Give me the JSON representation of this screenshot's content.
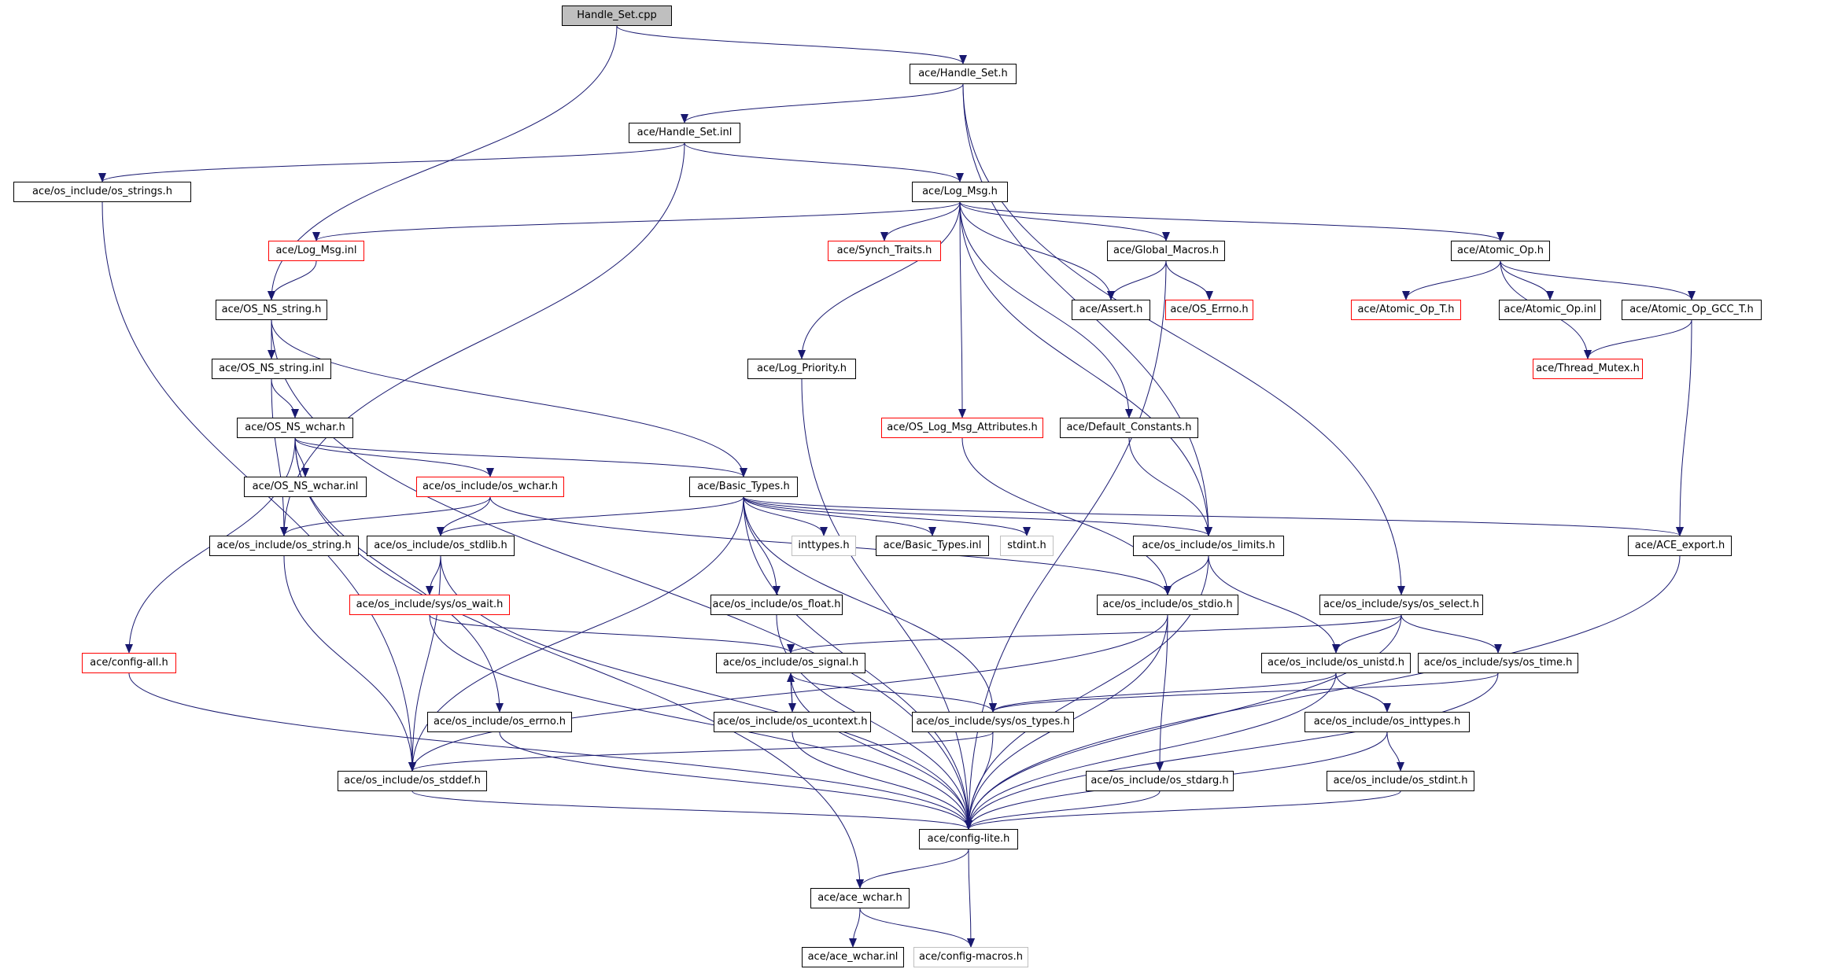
{
  "colors": {
    "edge": "#191970",
    "node_border": "#000000",
    "node_border_truncated": "#ff0000",
    "node_border_missing": "#bfbfbf",
    "root_fill": "#bfbfbf"
  },
  "nodes": [
    {
      "id": "handle_set_cpp",
      "label": "Handle_Set.cpp",
      "style": "root"
    },
    {
      "id": "handle_set_h",
      "label": "ace/Handle_Set.h",
      "style": "normal"
    },
    {
      "id": "handle_set_inl",
      "label": "ace/Handle_Set.inl",
      "style": "normal"
    },
    {
      "id": "os_strings_h",
      "label": "ace/os_include/os_strings.h",
      "style": "normal"
    },
    {
      "id": "log_msg_h",
      "label": "ace/Log_Msg.h",
      "style": "normal"
    },
    {
      "id": "log_msg_inl",
      "label": "ace/Log_Msg.inl",
      "style": "red"
    },
    {
      "id": "synch_traits_h",
      "label": "ace/Synch_Traits.h",
      "style": "red"
    },
    {
      "id": "global_macros_h",
      "label": "ace/Global_Macros.h",
      "style": "normal"
    },
    {
      "id": "atomic_op_h",
      "label": "ace/Atomic_Op.h",
      "style": "normal"
    },
    {
      "id": "os_ns_string_h",
      "label": "ace/OS_NS_string.h",
      "style": "normal"
    },
    {
      "id": "assert_h",
      "label": "ace/Assert.h",
      "style": "normal"
    },
    {
      "id": "os_errno_ace_h",
      "label": "ace/OS_Errno.h",
      "style": "red"
    },
    {
      "id": "atomic_op_t_h",
      "label": "ace/Atomic_Op_T.h",
      "style": "red"
    },
    {
      "id": "atomic_op_inl",
      "label": "ace/Atomic_Op.inl",
      "style": "normal"
    },
    {
      "id": "atomic_op_gcc_t_h",
      "label": "ace/Atomic_Op_GCC_T.h",
      "style": "normal"
    },
    {
      "id": "os_ns_string_inl",
      "label": "ace/OS_NS_string.inl",
      "style": "normal"
    },
    {
      "id": "log_priority_h",
      "label": "ace/Log_Priority.h",
      "style": "normal"
    },
    {
      "id": "thread_mutex_h",
      "label": "ace/Thread_Mutex.h",
      "style": "red"
    },
    {
      "id": "os_ns_wchar_h",
      "label": "ace/OS_NS_wchar.h",
      "style": "normal"
    },
    {
      "id": "os_log_msg_attributes_h",
      "label": "ace/OS_Log_Msg_Attributes.h",
      "style": "red"
    },
    {
      "id": "default_constants_h",
      "label": "ace/Default_Constants.h",
      "style": "normal"
    },
    {
      "id": "os_ns_wchar_inl",
      "label": "ace/OS_NS_wchar.inl",
      "style": "normal"
    },
    {
      "id": "os_wchar_h",
      "label": "ace/os_include/os_wchar.h",
      "style": "red"
    },
    {
      "id": "basic_types_h",
      "label": "ace/Basic_Types.h",
      "style": "normal"
    },
    {
      "id": "os_string_h",
      "label": "ace/os_include/os_string.h",
      "style": "normal"
    },
    {
      "id": "os_stdlib_h",
      "label": "ace/os_include/os_stdlib.h",
      "style": "normal"
    },
    {
      "id": "inttypes_h",
      "label": "inttypes.h",
      "style": "grey"
    },
    {
      "id": "basic_types_inl",
      "label": "ace/Basic_Types.inl",
      "style": "normal"
    },
    {
      "id": "stdint_h",
      "label": "stdint.h",
      "style": "grey"
    },
    {
      "id": "os_limits_h",
      "label": "ace/os_include/os_limits.h",
      "style": "normal"
    },
    {
      "id": "ace_export_h",
      "label": "ace/ACE_export.h",
      "style": "normal"
    },
    {
      "id": "os_wait_h",
      "label": "ace/os_include/sys/os_wait.h",
      "style": "red"
    },
    {
      "id": "os_float_h",
      "label": "ace/os_include/os_float.h",
      "style": "normal"
    },
    {
      "id": "os_stdio_h",
      "label": "ace/os_include/os_stdio.h",
      "style": "normal"
    },
    {
      "id": "os_select_h",
      "label": "ace/os_include/sys/os_select.h",
      "style": "normal"
    },
    {
      "id": "config_all_h",
      "label": "ace/config-all.h",
      "style": "red"
    },
    {
      "id": "os_signal_h",
      "label": "ace/os_include/os_signal.h",
      "style": "normal"
    },
    {
      "id": "os_unistd_h",
      "label": "ace/os_include/os_unistd.h",
      "style": "normal"
    },
    {
      "id": "os_time_h",
      "label": "ace/os_include/sys/os_time.h",
      "style": "normal"
    },
    {
      "id": "os_errno_h",
      "label": "ace/os_include/os_errno.h",
      "style": "normal"
    },
    {
      "id": "os_ucontext_h",
      "label": "ace/os_include/os_ucontext.h",
      "style": "normal"
    },
    {
      "id": "os_types_h",
      "label": "ace/os_include/sys/os_types.h",
      "style": "normal"
    },
    {
      "id": "os_inttypes_h",
      "label": "ace/os_include/os_inttypes.h",
      "style": "normal"
    },
    {
      "id": "os_stdarg_h",
      "label": "ace/os_include/os_stdarg.h",
      "style": "normal"
    },
    {
      "id": "os_stddef_h",
      "label": "ace/os_include/os_stddef.h",
      "style": "normal"
    },
    {
      "id": "os_stdint_h",
      "label": "ace/os_include/os_stdint.h",
      "style": "normal"
    },
    {
      "id": "config_lite_h",
      "label": "ace/config-lite.h",
      "style": "normal"
    },
    {
      "id": "ace_wchar_h",
      "label": "ace/ace_wchar.h",
      "style": "normal"
    },
    {
      "id": "ace_wchar_inl",
      "label": "ace/ace_wchar.inl",
      "style": "normal"
    },
    {
      "id": "config_macros_h",
      "label": "ace/config-macros.h",
      "style": "grey"
    }
  ],
  "edges": [
    [
      "handle_set_cpp",
      "handle_set_h"
    ],
    [
      "handle_set_cpp",
      "os_ns_string_h"
    ],
    [
      "handle_set_h",
      "handle_set_inl"
    ],
    [
      "handle_set_h",
      "os_limits_h"
    ],
    [
      "handle_set_h",
      "os_select_h"
    ],
    [
      "handle_set_inl",
      "os_strings_h"
    ],
    [
      "handle_set_inl",
      "log_msg_h"
    ],
    [
      "handle_set_inl",
      "os_string_h"
    ],
    [
      "os_strings_h",
      "os_stddef_h"
    ],
    [
      "log_msg_h",
      "log_msg_inl"
    ],
    [
      "log_msg_h",
      "synch_traits_h"
    ],
    [
      "log_msg_h",
      "global_macros_h"
    ],
    [
      "log_msg_h",
      "atomic_op_h"
    ],
    [
      "log_msg_h",
      "assert_h"
    ],
    [
      "log_msg_h",
      "log_priority_h"
    ],
    [
      "log_msg_h",
      "os_log_msg_attributes_h"
    ],
    [
      "log_msg_h",
      "default_constants_h"
    ],
    [
      "log_msg_h",
      "os_limits_h"
    ],
    [
      "log_msg_inl",
      "os_ns_string_h"
    ],
    [
      "global_macros_h",
      "assert_h"
    ],
    [
      "global_macros_h",
      "os_errno_ace_h"
    ],
    [
      "global_macros_h",
      "config_lite_h"
    ],
    [
      "atomic_op_h",
      "atomic_op_t_h"
    ],
    [
      "atomic_op_h",
      "atomic_op_inl"
    ],
    [
      "atomic_op_h",
      "atomic_op_gcc_t_h"
    ],
    [
      "atomic_op_h",
      "thread_mutex_h"
    ],
    [
      "atomic_op_gcc_t_h",
      "thread_mutex_h"
    ],
    [
      "atomic_op_gcc_t_h",
      "ace_export_h"
    ],
    [
      "os_ns_string_h",
      "os_ns_string_inl"
    ],
    [
      "os_ns_string_h",
      "basic_types_h"
    ],
    [
      "os_ns_string_h",
      "config_lite_h"
    ],
    [
      "os_ns_string_inl",
      "os_ns_wchar_h"
    ],
    [
      "os_ns_string_inl",
      "os_string_h"
    ],
    [
      "log_priority_h",
      "config_lite_h"
    ],
    [
      "os_log_msg_attributes_h",
      "os_stdio_h"
    ],
    [
      "default_constants_h",
      "os_limits_h"
    ],
    [
      "os_ns_wchar_h",
      "os_ns_wchar_inl"
    ],
    [
      "os_ns_wchar_h",
      "os_wchar_h"
    ],
    [
      "os_ns_wchar_h",
      "basic_types_h"
    ],
    [
      "os_ns_wchar_h",
      "config_all_h"
    ],
    [
      "os_ns_wchar_h",
      "os_errno_h"
    ],
    [
      "os_ns_wchar_h",
      "ace_wchar_h"
    ],
    [
      "os_wchar_h",
      "os_string_h"
    ],
    [
      "os_wchar_h",
      "os_stdlib_h"
    ],
    [
      "os_wchar_h",
      "os_stdio_h"
    ],
    [
      "basic_types_h",
      "os_stdlib_h"
    ],
    [
      "basic_types_h",
      "inttypes_h"
    ],
    [
      "basic_types_h",
      "basic_types_inl"
    ],
    [
      "basic_types_h",
      "stdint_h"
    ],
    [
      "basic_types_h",
      "os_limits_h"
    ],
    [
      "basic_types_h",
      "ace_export_h"
    ],
    [
      "basic_types_h",
      "os_float_h"
    ],
    [
      "basic_types_h",
      "os_types_h"
    ],
    [
      "basic_types_h",
      "os_stddef_h"
    ],
    [
      "basic_types_h",
      "config_lite_h"
    ],
    [
      "os_string_h",
      "os_stddef_h"
    ],
    [
      "os_stdlib_h",
      "os_wait_h"
    ],
    [
      "os_stdlib_h",
      "os_stddef_h"
    ],
    [
      "os_stdlib_h",
      "config_lite_h"
    ],
    [
      "os_limits_h",
      "os_stdio_h"
    ],
    [
      "os_limits_h",
      "os_unistd_h"
    ],
    [
      "os_limits_h",
      "config_lite_h"
    ],
    [
      "ace_export_h",
      "config_lite_h"
    ],
    [
      "os_wait_h",
      "os_signal_h"
    ],
    [
      "os_wait_h",
      "config_lite_h"
    ],
    [
      "os_float_h",
      "config_lite_h"
    ],
    [
      "os_stdio_h",
      "os_stddef_h"
    ],
    [
      "os_stdio_h",
      "os_stdarg_h"
    ],
    [
      "os_stdio_h",
      "config_lite_h"
    ],
    [
      "os_select_h",
      "os_signal_h"
    ],
    [
      "os_select_h",
      "os_unistd_h"
    ],
    [
      "os_select_h",
      "os_time_h"
    ],
    [
      "os_select_h",
      "config_lite_h"
    ],
    [
      "config_all_h",
      "config_lite_h"
    ],
    [
      "os_signal_h",
      "os_ucontext_h"
    ],
    [
      "os_signal_h",
      "os_types_h"
    ],
    [
      "os_signal_h",
      "config_lite_h"
    ],
    [
      "os_ucontext_h",
      "os_signal_h"
    ],
    [
      "os_ucontext_h",
      "config_lite_h"
    ],
    [
      "os_unistd_h",
      "os_types_h"
    ],
    [
      "os_unistd_h",
      "os_inttypes_h"
    ],
    [
      "os_unistd_h",
      "config_lite_h"
    ],
    [
      "os_time_h",
      "os_types_h"
    ],
    [
      "os_time_h",
      "config_lite_h"
    ],
    [
      "os_errno_h",
      "config_lite_h"
    ],
    [
      "os_types_h",
      "os_stddef_h"
    ],
    [
      "os_types_h",
      "config_lite_h"
    ],
    [
      "os_inttypes_h",
      "os_stdint_h"
    ],
    [
      "os_inttypes_h",
      "config_lite_h"
    ],
    [
      "os_stdarg_h",
      "config_lite_h"
    ],
    [
      "os_stddef_h",
      "config_lite_h"
    ],
    [
      "os_stdint_h",
      "config_lite_h"
    ],
    [
      "config_lite_h",
      "ace_wchar_h"
    ],
    [
      "config_lite_h",
      "config_macros_h"
    ],
    [
      "ace_wchar_h",
      "ace_wchar_inl"
    ],
    [
      "ace_wchar_h",
      "config_macros_h"
    ]
  ]
}
